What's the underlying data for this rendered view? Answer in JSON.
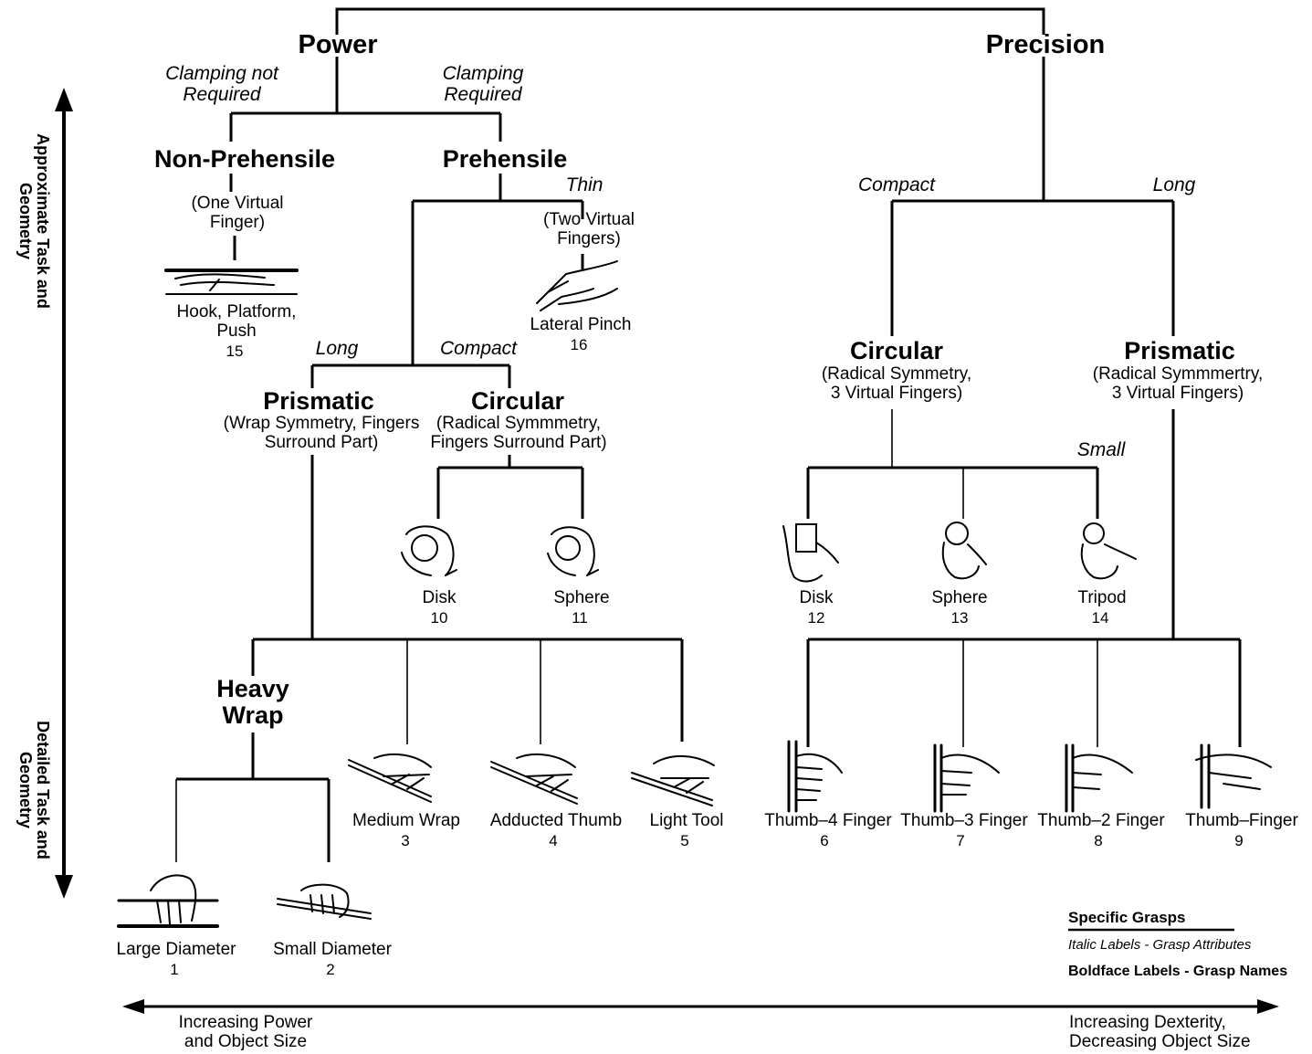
{
  "categories": {
    "power": "Power",
    "precision": "Precision"
  },
  "attributes": {
    "clamping_not_required": "Clamping not Required",
    "clamping_required": "Clamping Required",
    "thin": "Thin",
    "compact_precision": "Compact",
    "long_precision": "Long",
    "long_power": "Long",
    "compact_power": "Compact",
    "small": "Small"
  },
  "nodes": {
    "non_prehensile": {
      "name": "Non-Prehensile",
      "desc": "(One Virtual Finger)"
    },
    "prehensile": {
      "name": "Prehensile",
      "desc": "(Two Virtual Fingers)"
    },
    "power_prismatic": {
      "name": "Prismatic",
      "desc": "(Wrap Symmetry, Fingers Surround Part)"
    },
    "power_circular": {
      "name": "Circular",
      "desc": "(Radical Symmmetry, Fingers Surround Part)"
    },
    "precision_circular": {
      "name": "Circular",
      "desc": "(Radical Symmetry, 3 Virtual Fingers)"
    },
    "precision_prismatic": {
      "name": "Prismatic",
      "desc": "(Radical Symmmertry, 3 Virtual Fingers)"
    },
    "heavy_wrap": {
      "name": "Heavy Wrap"
    }
  },
  "grasps": [
    {
      "id": "15",
      "name": "Hook, Platform, Push",
      "icon": "flat-hand-icon"
    },
    {
      "id": "16",
      "name": "Lateral Pinch",
      "icon": "pinch-hand-icon"
    },
    {
      "id": "10",
      "name": "Disk",
      "icon": "disk-grip-icon"
    },
    {
      "id": "11",
      "name": "Sphere",
      "icon": "sphere-grip-icon"
    },
    {
      "id": "12",
      "name": "Disk",
      "icon": "disk-precision-icon"
    },
    {
      "id": "13",
      "name": "Sphere",
      "icon": "sphere-precision-icon"
    },
    {
      "id": "14",
      "name": "Tripod",
      "icon": "tripod-icon"
    },
    {
      "id": "1",
      "name": "Large Diameter",
      "icon": "large-wrap-icon"
    },
    {
      "id": "2",
      "name": "Small Diameter",
      "icon": "small-wrap-icon"
    },
    {
      "id": "3",
      "name": "Medium Wrap",
      "icon": "medium-wrap-icon"
    },
    {
      "id": "4",
      "name": "Adducted Thumb",
      "icon": "adducted-thumb-icon"
    },
    {
      "id": "5",
      "name": "Light Tool",
      "icon": "light-tool-icon"
    },
    {
      "id": "6",
      "name": "Thumb–4 Finger",
      "icon": "thumb-4-finger-icon"
    },
    {
      "id": "7",
      "name": "Thumb–3 Finger",
      "icon": "thumb-3-finger-icon"
    },
    {
      "id": "8",
      "name": "Thumb–2 Finger",
      "icon": "thumb-2-finger-icon"
    },
    {
      "id": "9",
      "name": "Thumb–Finger",
      "icon": "thumb-finger-icon"
    }
  ],
  "axes": {
    "vertical_top": "Approximate Task and Geometry",
    "vertical_bottom": "Detailed Task and Geometry",
    "horizontal_left": "Increasing Power and Object Size",
    "horizontal_right": "Increasing Dexterity, Decreasing Object Size"
  },
  "legend": {
    "title": "Specific Grasps",
    "italic_line": "Italic Labels - Grasp Attributes",
    "bold_line": "Boldface Labels - Grasp Names"
  }
}
